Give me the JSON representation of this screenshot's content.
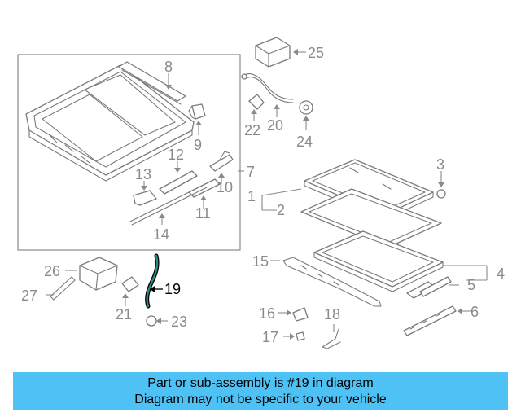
{
  "diagram": {
    "highlight_part": "19",
    "labels": {
      "p1": "1",
      "p2": "2",
      "p3": "3",
      "p4": "4",
      "p5": "5",
      "p6": "6",
      "p7": "7",
      "p8": "8",
      "p9": "9",
      "p10": "10",
      "p11": "11",
      "p12": "12",
      "p13": "13",
      "p14": "14",
      "p15": "15",
      "p16": "16",
      "p17": "17",
      "p18": "18",
      "p19": "19",
      "p20": "20",
      "p21": "21",
      "p22": "22",
      "p23": "23",
      "p24": "24",
      "p25": "25",
      "p26": "26",
      "p27": "27"
    },
    "colors": {
      "highlight": "#000000",
      "highlight_fill": "#2a8a86",
      "muted": "#8a8a8a",
      "banner": "#4ec2f5"
    }
  },
  "banner": {
    "line1": "Part or sub-assembly is #19 in diagram",
    "line2": "Diagram may not be specific to your vehicle"
  }
}
